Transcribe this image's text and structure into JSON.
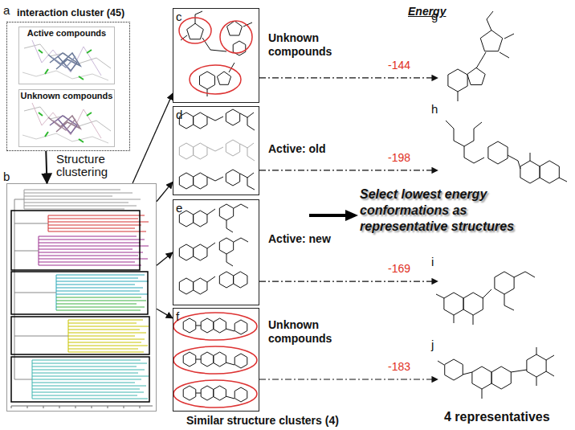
{
  "diagram": {
    "nodes": [
      {
        "text": [
          "a",
          "interaction cluster (45)"
        ]
      },
      {
        "text": [
          "Active compounds"
        ],
        "in": 0
      },
      {
        "text": [
          "Unknown compounds"
        ],
        "in": 0
      },
      {
        "text": [
          "b"
        ]
      },
      {
        "text": [
          "c",
          "Unknown compounds"
        ]
      },
      {
        "text": [
          "d",
          "Active: old"
        ]
      },
      {
        "text": [
          "e",
          "Active: new"
        ]
      },
      {
        "text": [
          "f",
          "Unknown compounds"
        ]
      },
      {
        "text": [
          "g"
        ]
      },
      {
        "text": [
          "h"
        ]
      },
      {
        "text": [
          "i"
        ]
      },
      {
        "text": [
          "j"
        ]
      }
    ],
    "edges": [
      {
        "from": 0,
        "to": 3,
        "arrow": "to",
        "label": "Structure clustering"
      },
      {
        "from": 3,
        "to": 4,
        "arrow": "to"
      },
      {
        "from": 3,
        "to": 5,
        "arrow": "to"
      },
      {
        "from": 3,
        "to": 6,
        "arrow": "to"
      },
      {
        "from": 3,
        "to": 7,
        "arrow": "to"
      },
      {
        "from": 4,
        "to": 8,
        "arrow": "to",
        "label": "-144"
      },
      {
        "from": 5,
        "to": 9,
        "arrow": "to",
        "label": "-198"
      },
      {
        "from": 6,
        "to": 10,
        "arrow": "to",
        "label": "-169"
      },
      {
        "from": 7,
        "to": 11,
        "arrow": "to",
        "label": "-183"
      }
    ],
    "labels": [
      "Energy",
      "Select lowest energy conformations as representative structures",
      "Similar structure clusters (4)",
      "4 representatives"
    ]
  }
}
